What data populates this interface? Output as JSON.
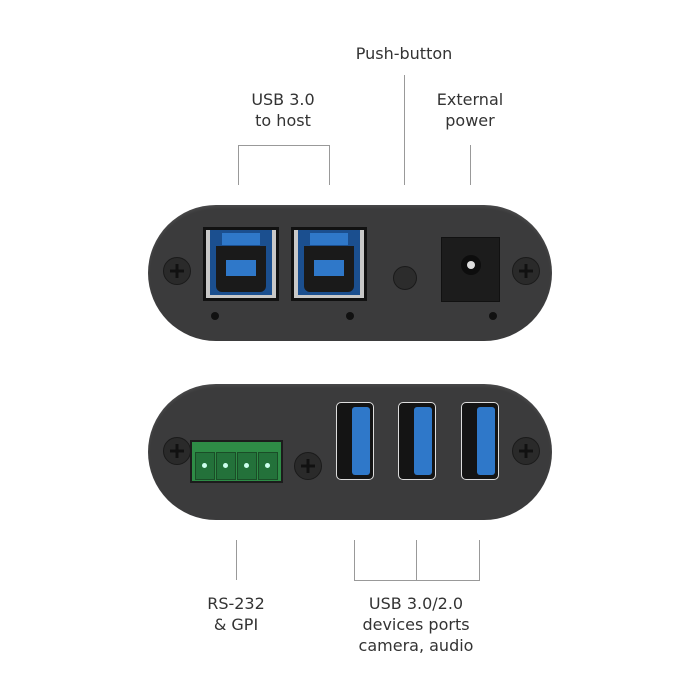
{
  "labels": {
    "usb_to_host": [
      "USB 3.0",
      "to host"
    ],
    "push_button": "Push-button",
    "external_power": [
      "External",
      "power"
    ],
    "rs232": [
      "RS-232",
      "& GPI"
    ],
    "devices_ports": [
      "USB 3.0/2.0",
      "devices ports",
      "camera, audio"
    ]
  },
  "colors": {
    "housing": "#3b3b3c",
    "usb_blue": "#2f78c9",
    "terminal_green": "#2e8c46"
  }
}
